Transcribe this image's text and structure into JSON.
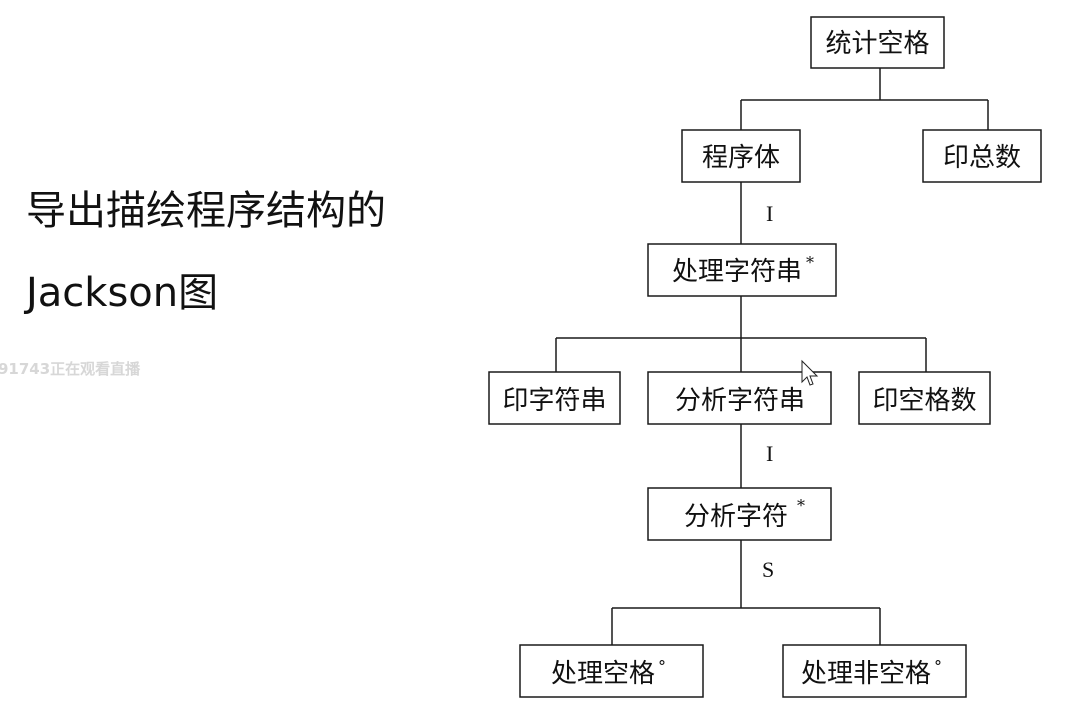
{
  "heading": {
    "line1": "导出描绘程序结构的",
    "line2": "Jackson图"
  },
  "watermark": "91743正在观看直播",
  "diagram": {
    "nodes": {
      "root": {
        "label": "统计空格",
        "mark": ""
      },
      "program_body": {
        "label": "程序体",
        "mark": ""
      },
      "print_total": {
        "label": "印总数",
        "mark": ""
      },
      "process_string": {
        "label": "处理字符串",
        "mark": "*"
      },
      "print_string": {
        "label": "印字符串",
        "mark": ""
      },
      "analyze_string": {
        "label": "分析字符串",
        "mark": ""
      },
      "print_space_count": {
        "label": "印空格数",
        "mark": ""
      },
      "analyze_char": {
        "label": "分析字符",
        "mark": "*"
      },
      "process_space": {
        "label": "处理空格",
        "mark": "°"
      },
      "process_non_space": {
        "label": "处理非空格",
        "mark": "°"
      }
    },
    "connector_labels": {
      "iteration_1": "I",
      "iteration_2": "I",
      "selection": "S"
    }
  }
}
